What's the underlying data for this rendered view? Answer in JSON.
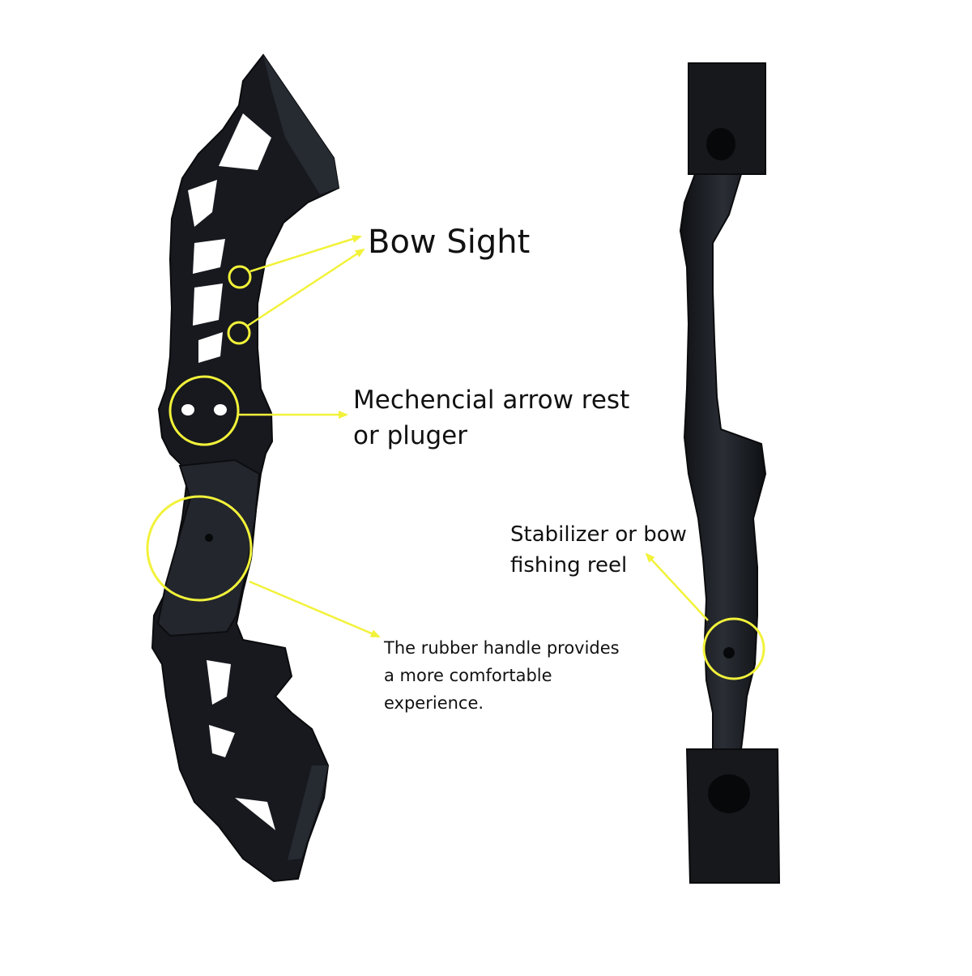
{
  "annotations": {
    "bow_sight": "Bow Sight",
    "arrow_rest": [
      "Mechencial arrow rest",
      "or pluger"
    ],
    "stabilizer": [
      "Stabilizer or bow",
      "fishing reel"
    ],
    "rubber_handle": [
      "The rubber handle provides",
      "a more comfortable",
      "experience."
    ]
  },
  "colors": {
    "highlight": "#f2f23a",
    "riser": "#15181d",
    "riser_light": "#2b2f36",
    "background": "#ffffff"
  },
  "icons": [
    "bow-riser-front-view",
    "bow-riser-side-view"
  ]
}
